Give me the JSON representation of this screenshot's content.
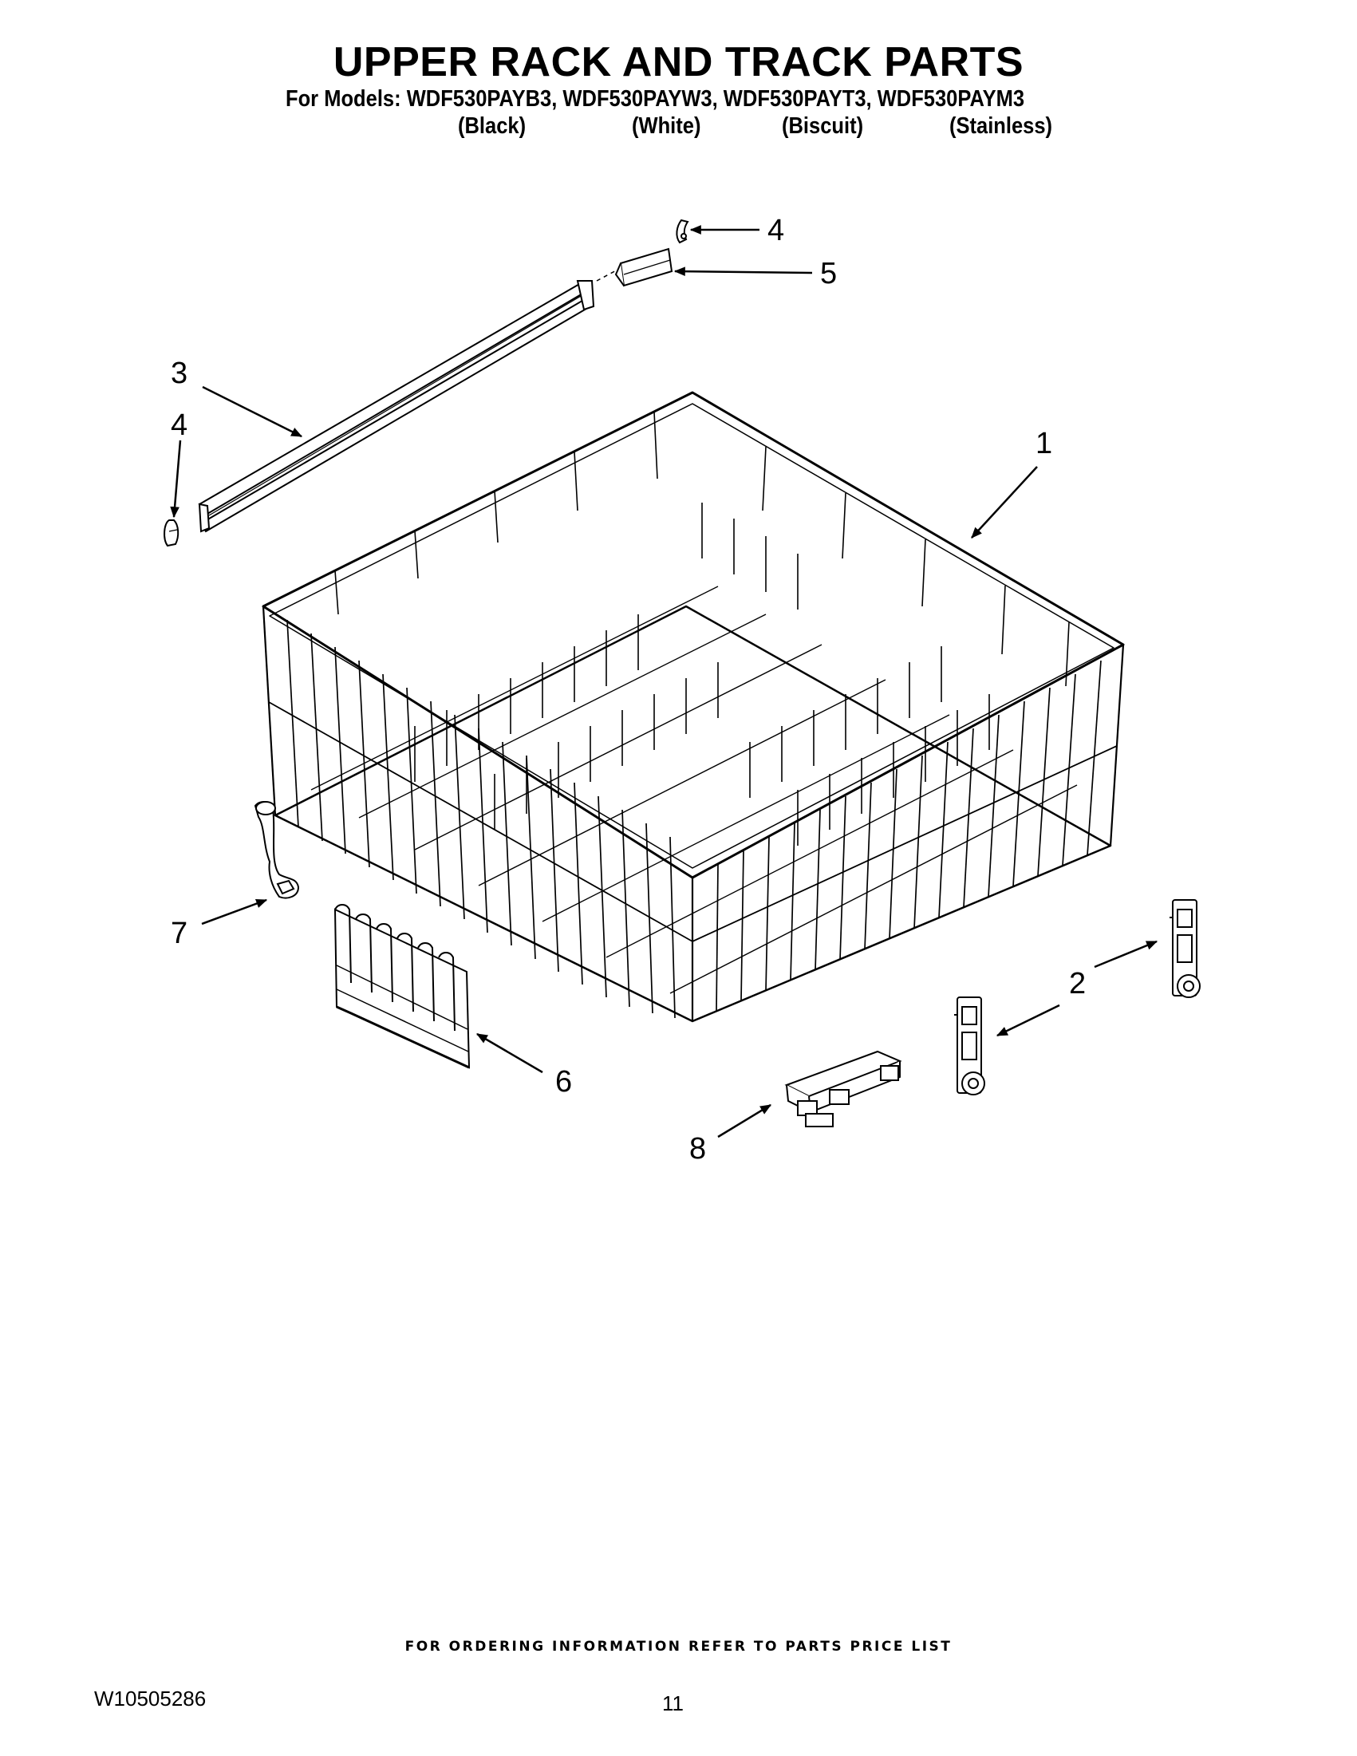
{
  "header": {
    "title": "UPPER RACK AND TRACK PARTS",
    "models_line": "For Models: WDF530PAYB3, WDF530PAYW3, WDF530PAYT3, WDF530PAYM3",
    "finishes": [
      "(Black)",
      "(White)",
      "(Biscuit)",
      "(Stainless)"
    ]
  },
  "callouts": {
    "c1": "1",
    "c2": "2",
    "c3": "3",
    "c4_top": "4",
    "c4_left": "4",
    "c5": "5",
    "c6": "6",
    "c7": "7",
    "c8": "8"
  },
  "footer": {
    "ordering_note": "FOR ORDERING INFORMATION REFER TO PARTS PRICE LIST",
    "document_number": "W10505286",
    "page_number": "11"
  }
}
